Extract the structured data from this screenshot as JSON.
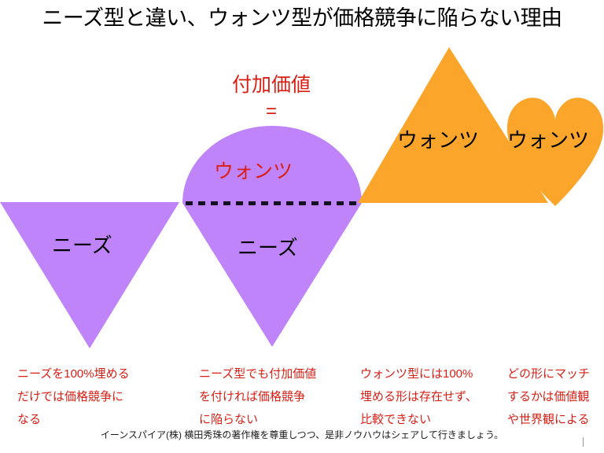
{
  "slide": {
    "title": "ニーズ型と違い、ウォンツ型が価格競争に陥らない理由",
    "background_color": "#ffffff"
  },
  "colors": {
    "purple": "#c084fa",
    "orange": "#fba52a",
    "red_text": "#d81f16",
    "black_text": "#000000",
    "dashed_line": "#141024"
  },
  "added_value": {
    "label": "付加価値",
    "equals": "="
  },
  "shapes": [
    {
      "id": "needs-triangle",
      "icon": "inverted-triangle-icon",
      "color": "#c084fa",
      "label": "ニーズ"
    },
    {
      "id": "wants-dome",
      "icon": "semicircle-dome-icon",
      "color": "#c084fa",
      "label": "ウォンツ",
      "label_color": "#d81f16"
    },
    {
      "id": "needs-triangle-2",
      "icon": "inverted-triangle-icon",
      "color": "#c084fa",
      "label": "ニーズ"
    },
    {
      "id": "wants-triangle",
      "icon": "triangle-icon",
      "color": "#fba52a",
      "label": "ウォンツ"
    },
    {
      "id": "wants-heart",
      "icon": "heart-icon",
      "color": "#fba52a",
      "label": "ウォンツ"
    }
  ],
  "shape_labels": {
    "needs_left": "ニーズ",
    "needs_middle": "ニーズ",
    "wants_dome": "ウォンツ",
    "wants_triangle": "ウォンツ",
    "wants_heart": "ウォンツ"
  },
  "captions": [
    {
      "lines": [
        "ニーズを100%埋める",
        "だけでは価格競争に",
        "なる"
      ],
      "line1": "ニーズを100%埋める",
      "line2": "だけでは価格競争に",
      "line3": "なる"
    },
    {
      "lines": [
        "ニーズ型でも付加価値",
        "を付ければ価格競争",
        "に陥らない"
      ],
      "line1": "ニーズ型でも付加価値",
      "line2": "を付ければ価格競争",
      "line3": "に陥らない"
    },
    {
      "lines": [
        "ウォンツ型には100%",
        "埋める形は存在せず、",
        "比較できない"
      ],
      "line1": "ウォンツ型には100%",
      "line2": "埋める形は存在せず、",
      "line3": "比較できない"
    },
    {
      "lines": [
        "どの形にマッチ",
        "するかは価値観",
        "や世界観による"
      ],
      "line1": "どの形にマッチ",
      "line2": "するかは価値観",
      "line3": "や世界観による"
    }
  ],
  "footer": {
    "text": "イーンスパイア(株) 横田秀珠の著作権を尊重しつつ、是非ノウハウはシェアして行きましょう。"
  }
}
